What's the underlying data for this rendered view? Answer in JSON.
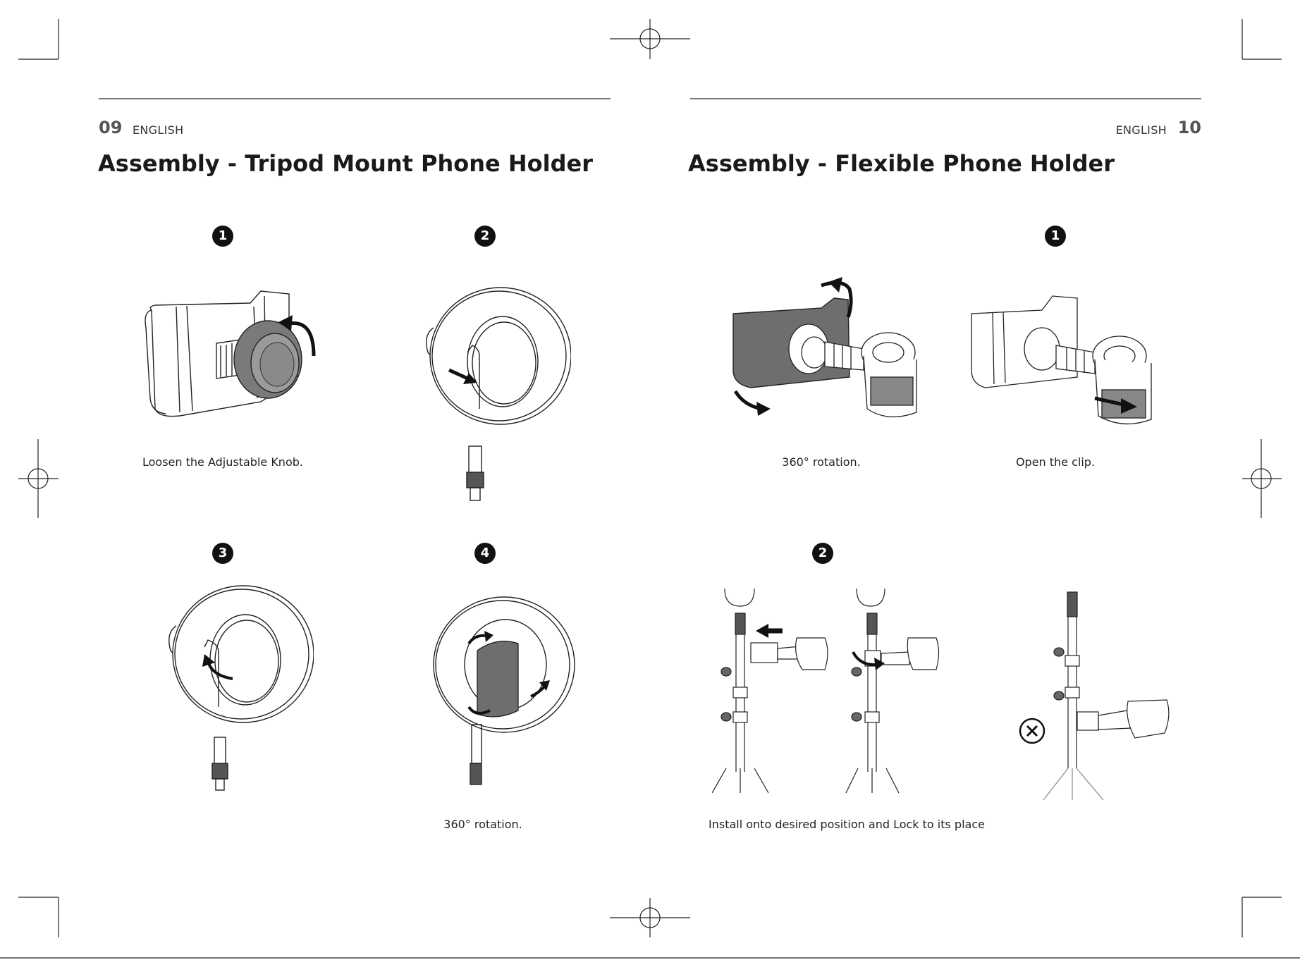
{
  "left_page": {
    "page_number": "09",
    "language": "ENGLISH",
    "title": "Assembly - Tripod Mount Phone Holder",
    "steps": [
      {
        "number": "1",
        "caption": "Loosen the Adjustable Knob."
      },
      {
        "number": "2",
        "caption": ""
      },
      {
        "number": "3",
        "caption": ""
      },
      {
        "number": "4",
        "caption": "360° rotation."
      }
    ]
  },
  "right_page": {
    "page_number": "10",
    "language": "ENGLISH",
    "title": "Assembly - Flexible Phone Holder",
    "step1": {
      "number": "1",
      "caption_a": "360° rotation.",
      "caption_b": "Open the clip."
    },
    "step2": {
      "number": "2",
      "caption": "Install onto desired position and Lock to its place"
    }
  },
  "icons": {
    "wrong": "cross-circle-icon",
    "registration": "crosshair-icon"
  },
  "colors": {
    "ink": "#1c1c1c",
    "shade": "#6e6e6e"
  }
}
